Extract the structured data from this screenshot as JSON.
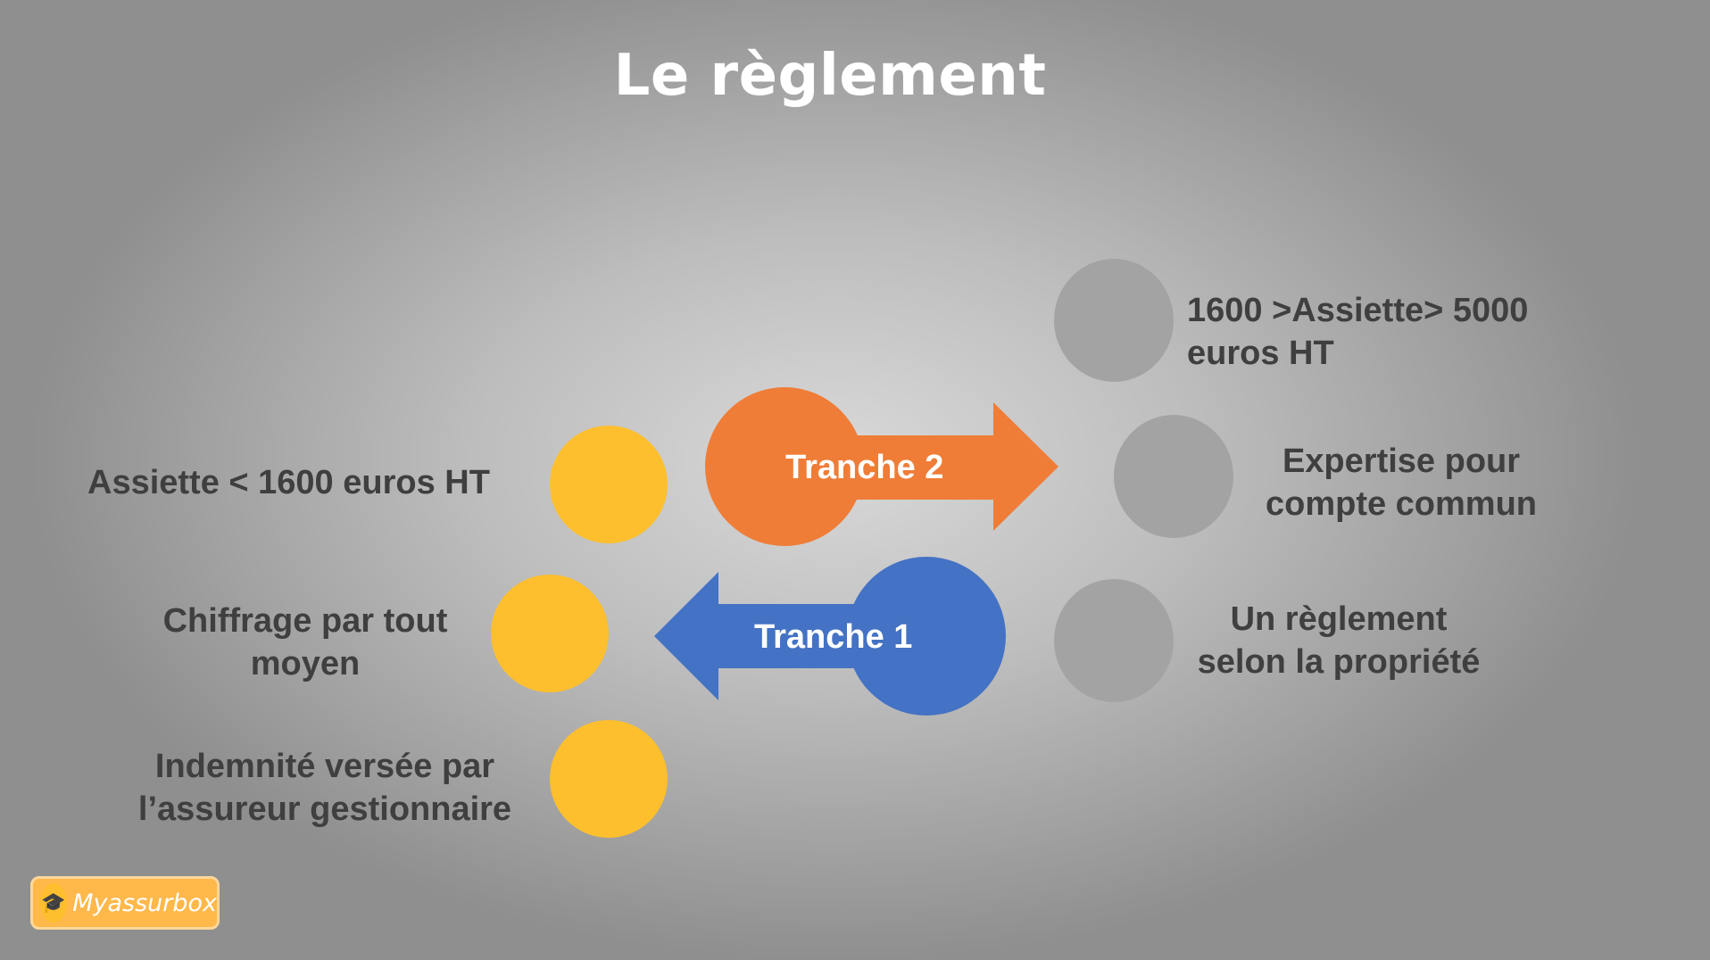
{
  "title": "Le règlement",
  "left_items": [
    {
      "text": "Assiette < 1600 euros HT"
    },
    {
      "line1": "Chiffrage par tout",
      "line2": "moyen"
    },
    {
      "line1": "Indemnité versée par",
      "line2": "l’assureur gestionnaire"
    }
  ],
  "right_items": [
    {
      "line1": "1600 >Assiette> 5000",
      "line2": "euros HT"
    },
    {
      "line1": "Expertise pour",
      "line2": "compte commun"
    },
    {
      "line1": "Un règlement",
      "line2": "selon la propriété"
    }
  ],
  "arrows": {
    "tranche2": {
      "label": "Tranche 2",
      "color": "#ef7d37",
      "direction": "right"
    },
    "tranche1": {
      "label": "Tranche 1",
      "color": "#4472c4",
      "direction": "left"
    }
  },
  "colors": {
    "yellow": "#fdbf2d",
    "gray": "#a3a3a3"
  },
  "logo": {
    "text": "Myassurbox",
    "icon": "graduation-cap-icon"
  }
}
